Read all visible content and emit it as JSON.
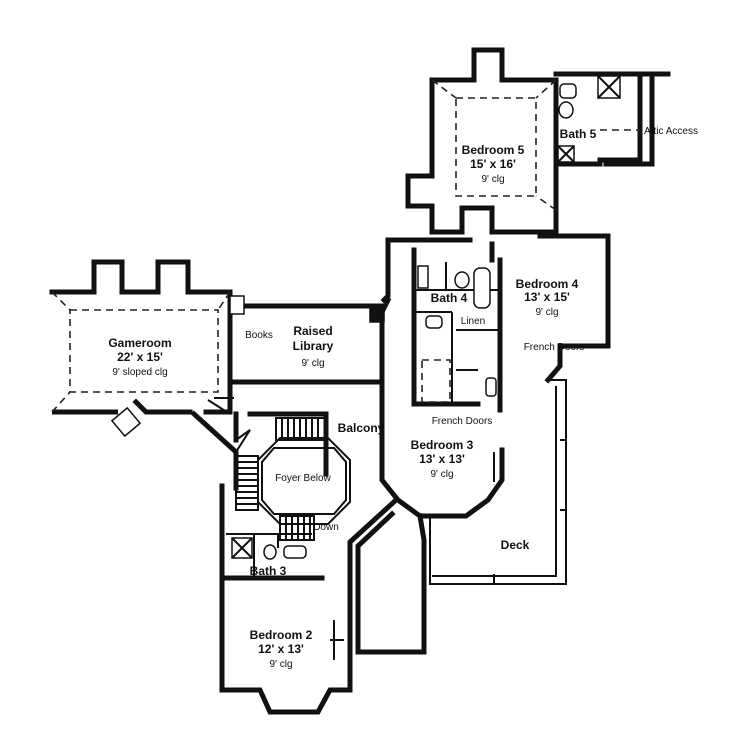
{
  "rooms": {
    "bedroom5": {
      "name": "Bedroom 5",
      "dims": "15' x 16'",
      "ceiling": "9' clg"
    },
    "bath5": {
      "name": "Bath 5"
    },
    "attic": {
      "name": "Attic Access"
    },
    "bedroom4": {
      "name": "Bedroom 4",
      "dims": "13' x 15'",
      "ceiling": "9' clg"
    },
    "bath4": {
      "name": "Bath 4"
    },
    "linen": {
      "name": "Linen"
    },
    "french_doors_b4": {
      "name": "French Doors"
    },
    "french_doors_b3": {
      "name": "French Doors"
    },
    "gameroom": {
      "name": "Gameroom",
      "dims": "22' x 15'",
      "ceiling": "9' sloped clg"
    },
    "library": {
      "name": "Raised",
      "name2": "Library",
      "ceiling": "9' clg"
    },
    "books": {
      "name": "Books"
    },
    "balcony": {
      "name": "Balcony"
    },
    "bedroom3": {
      "name": "Bedroom 3",
      "dims": "13' x 13'",
      "ceiling": "9' clg"
    },
    "foyer": {
      "name": "Foyer Below"
    },
    "down": {
      "name": "Down"
    },
    "deck": {
      "name": "Deck"
    },
    "bath3": {
      "name": "Bath 3"
    },
    "bedroom2": {
      "name": "Bedroom 2",
      "dims": "12' x 13'",
      "ceiling": "9' clg"
    }
  }
}
